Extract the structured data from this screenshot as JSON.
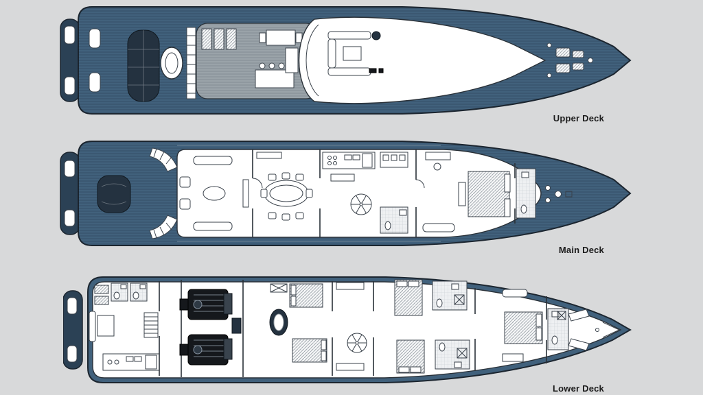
{
  "colors": {
    "page_bg": "#d8d9da",
    "hull": "#41617c",
    "hull_dark": "#2b4155",
    "outline": "#1c2630",
    "label": "#1b1b1b"
  },
  "decks": [
    {
      "id": "upper-deck",
      "label": "Upper Deck"
    },
    {
      "id": "main-deck",
      "label": "Main Deck"
    },
    {
      "id": "lower-deck",
      "label": "Lower Deck"
    }
  ]
}
